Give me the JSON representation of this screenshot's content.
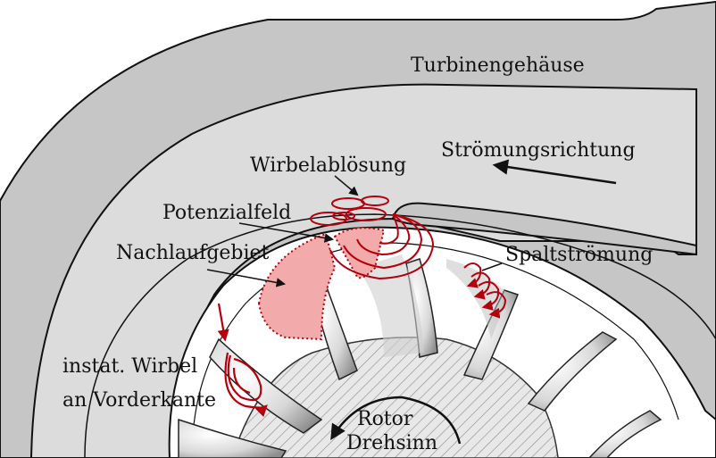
{
  "labels": {
    "housing": "Turbinengehäuse",
    "flow_direction": "Strömungsrichtung",
    "vortex_shedding": "Wirbelablösung",
    "potential_field": "Potenzialfeld",
    "wake_region": "Nachlaufgebiet",
    "tip_clearance_flow": "Spaltströmung",
    "unsteady_vortex_line1": "instat. Wirbel",
    "unsteady_vortex_line2": "an Vorderkante",
    "rotor_line1": "Rotor",
    "rotor_line2": "Drehsinn"
  },
  "colors": {
    "housing_fill": "#c6c6c6",
    "channel_fill": "#dcdcdc",
    "vortex_red": "#b3000c",
    "wake_fill": "#f2aaaa",
    "outline": "#111111"
  }
}
